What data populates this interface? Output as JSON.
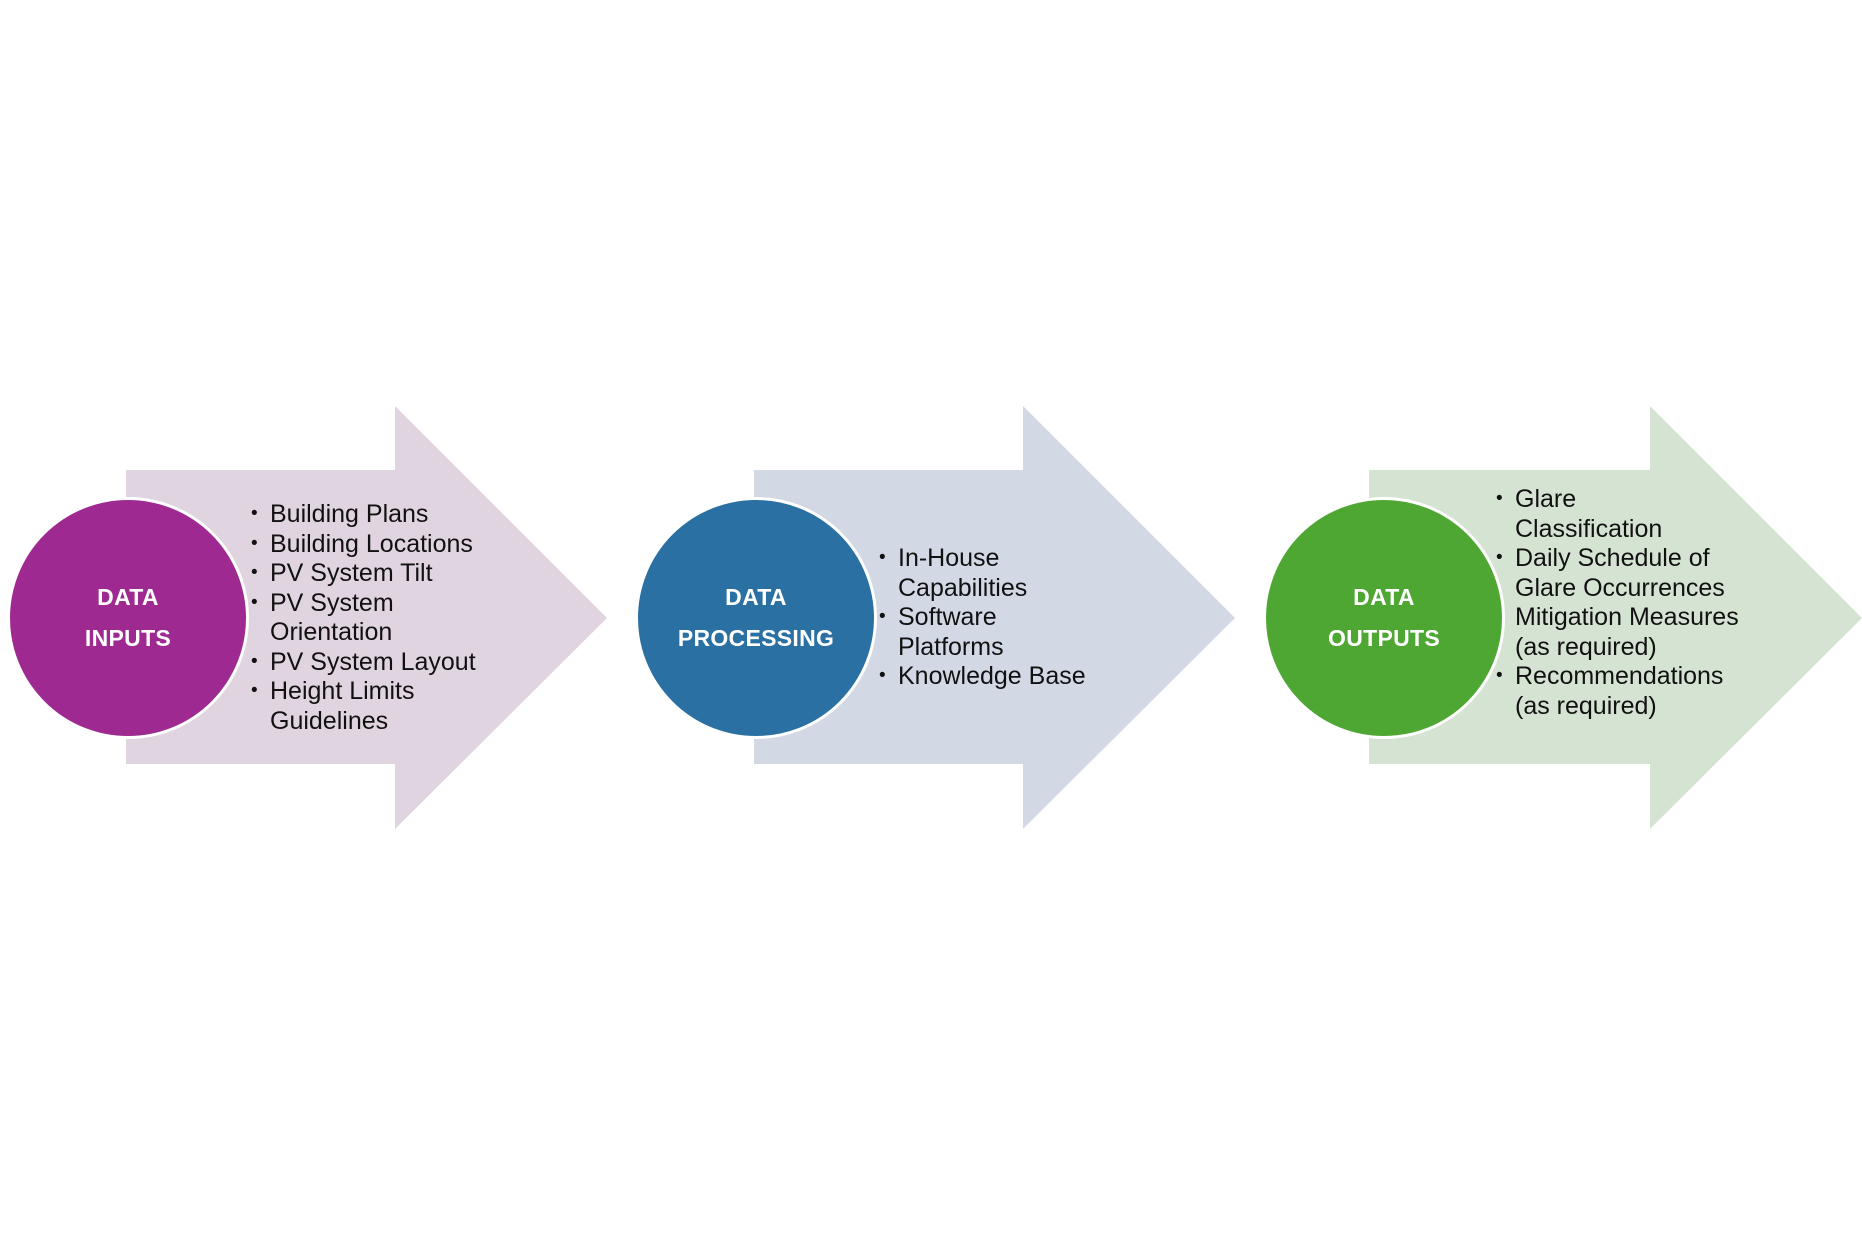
{
  "stages": [
    {
      "title_line1": "DATA",
      "title_line2": "INPUTS",
      "circle_color": "#9e2a91",
      "arrow_color": "#e1d4e1",
      "items": [
        "Building Plans",
        "Building Locations",
        "PV System Tilt",
        "PV System Orientation",
        "PV System Layout",
        "Height Limits Guidelines"
      ]
    },
    {
      "title_line1": "DATA",
      "title_line2": "PROCESSING",
      "circle_color": "#2b70a3",
      "arrow_color": "#d2d9e5",
      "items": [
        "In-House Capabilities",
        "Software Platforms",
        "Knowledge Base"
      ]
    },
    {
      "title_line1": "DATA",
      "title_line2": "OUTPUTS",
      "circle_color": "#4fa733",
      "arrow_color": "#d5e4d2",
      "items": [
        "Glare Classification",
        "Daily Schedule of Glare Occurrences Mitigation Measures (as required)",
        "Recommendations (as required)"
      ]
    }
  ]
}
